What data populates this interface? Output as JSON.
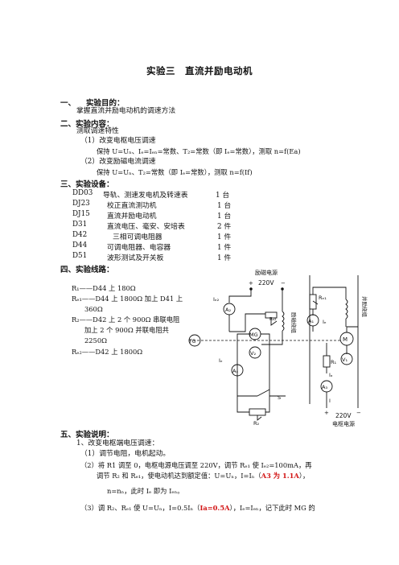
{
  "title": "实验三　直流并励电动机",
  "s1": {
    "num": "一、",
    "label": "实验目的：",
    "text": "掌握直流并励电动机的调速方法"
  },
  "s2": {
    "label": "二、实验内容：",
    "intro": "测取调速特性",
    "i1": "（1）改变电枢电压调速",
    "i1d": "保持 U=Uₙ、Iₑ=Iₑₙ=常数、T₂=常数（即 Iₑ=常数），测取 n=f(Ea)",
    "i2": "（2）改变励磁电流调速",
    "i2d": "保持 U=Uₙ、T₂=常数（即 Iₑ=常数），测取 n=f(If)"
  },
  "s3": {
    "label": "三、实验设备：",
    "equipment": [
      {
        "code": "DD03",
        "name": "导轨、测速发电机及转速表",
        "qty": "1 台"
      },
      {
        "code": "DJ23",
        "name": "校正直流测功机",
        "qty": "1 台"
      },
      {
        "code": "DJ15",
        "name": "直流并励电动机",
        "qty": "1 台"
      },
      {
        "code": "D31",
        "name": "直流电压、毫安、安培表",
        "qty": "2 件"
      },
      {
        "code": "D42",
        "name": "三相可调电阻器",
        "qty": "1 件"
      },
      {
        "code": "D44",
        "name": "可调电阻器、电容器",
        "qty": "1 件"
      },
      {
        "code": "D51",
        "name": "波形测试及开关板",
        "qty": "1 件"
      }
    ]
  },
  "s4": {
    "label": "四、实验线路：",
    "lines": [
      "R₁——D44 上 180Ω",
      "Rₑ₁——D44 上 1800Ω 加上 D41 上",
      "360Ω",
      "R₂——D42 上 2 个 900Ω 串联电阻",
      "加上 2 个 900Ω 并联电阻共",
      "2250Ω",
      "Rₑ₂——D42 上 1800Ω"
    ]
  },
  "circuit": {
    "src1_label": "励磁电源",
    "src1_v": "220V",
    "src2_v": "220V",
    "src2_label": "电枢电源",
    "mg_field": "励磁绕组",
    "m_field": "并励绕组",
    "if2": "Iₑ₂",
    "a2": "A₂",
    "rf2": "Rₑ₂",
    "rf1": "Rₑ₁",
    "a1": "A₁",
    "if1": "Iₑ",
    "mg": "MG",
    "tg": "TG",
    "v2": "V₂",
    "v1": "V₁",
    "m": "M",
    "if": "Iₑ",
    "a4": "A₄",
    "r1": "R₁",
    "ia": "Iₐ",
    "a3": "A₃",
    "i": "I",
    "s": "S",
    "r2": "R₂",
    "plus": "+",
    "minus": "−"
  },
  "s5": {
    "label": "五、实验说明：",
    "p1": "1、改变电枢端电压调速：",
    "p2": "（1）调节电阻，电机起动。",
    "p3a": "（2）将 R1 调至 0，电枢电源电压调至 220V，调节 Rₑ₁ 使 Iₑ₂=100mA，再",
    "p3b_pre": "调节 R₂ 和 Rₑ₁，使电动机达到额定值：U=Uₙ，I=Iₙ（",
    "p3b_red": "A3 为 1.1A",
    "p3b_post": "），",
    "p3c": "n=nₙ，此时 Iₑ 即为 Iₑₙ。",
    "p4_pre": "（3）调 R₂、Rₑ₁ 使 U=Uₙ，I=0.5Iₙ（",
    "p4_red": "Ia=0.5A",
    "p4_post": "），Iₑ=Iₑₙ，记下此时 MG 的"
  }
}
